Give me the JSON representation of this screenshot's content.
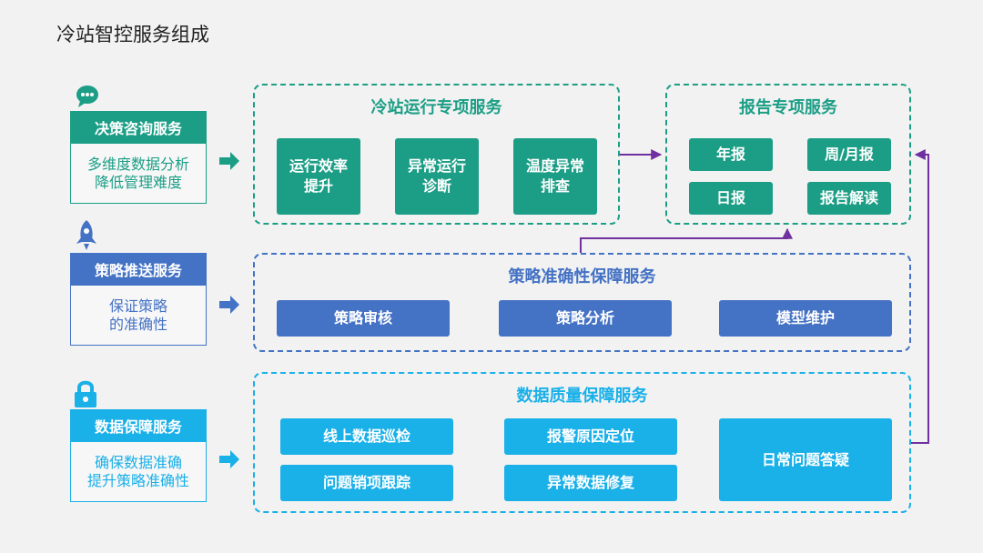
{
  "title": "冷站智控服务组成",
  "colors": {
    "teal": "#1c9e86",
    "blue": "#4472c4",
    "cyan": "#1ab0e8",
    "purple": "#7030a0"
  },
  "left": [
    {
      "icon": "chat-icon",
      "header": "决策咨询服务",
      "desc": "多维度数据分析\n降低管理难度"
    },
    {
      "icon": "rocket-icon",
      "header": "策略推送服务",
      "desc": "保证策略\n的准确性"
    },
    {
      "icon": "lock-icon",
      "header": "数据保障服务",
      "desc": "确保数据准确\n提升策略准确性"
    }
  ],
  "sections": {
    "operation": {
      "title": "冷站运行专项服务",
      "items": [
        "运行效率\n提升",
        "异常运行\n诊断",
        "温度异常\n排查"
      ]
    },
    "report": {
      "title": "报告专项服务",
      "items": [
        "年报",
        "周/月报",
        "日报",
        "报告解读"
      ]
    },
    "strategy": {
      "title": "策略准确性保障服务",
      "items": [
        "策略审核",
        "策略分析",
        "模型维护"
      ]
    },
    "data": {
      "title": "数据质量保障服务",
      "items": [
        "线上数据巡检",
        "报警原因定位",
        "问题销项跟踪",
        "异常数据修复",
        "日常问题答疑"
      ]
    }
  }
}
